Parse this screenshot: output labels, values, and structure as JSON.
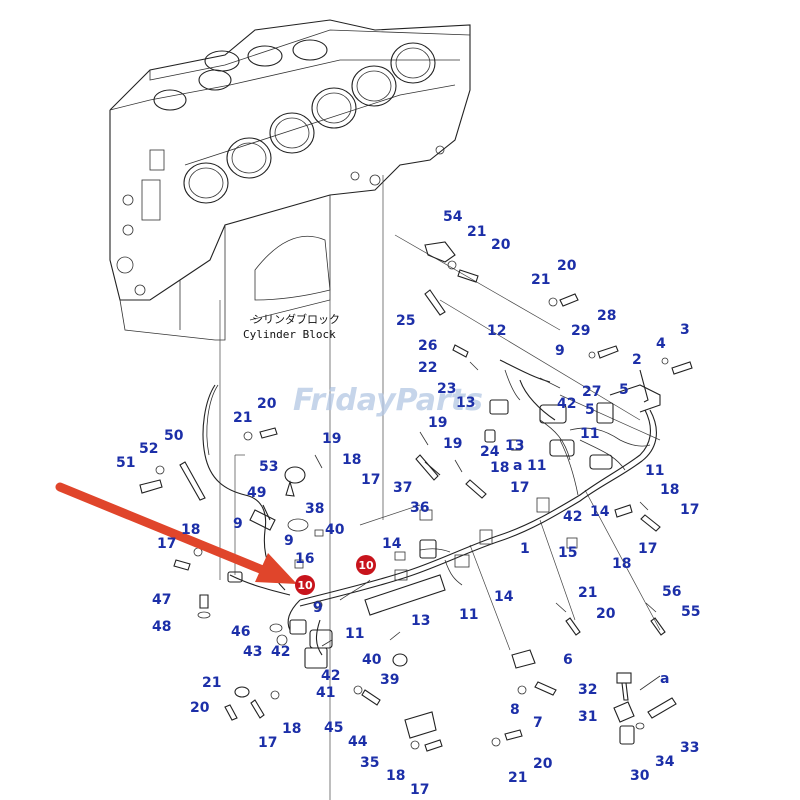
{
  "watermark": "FridayParts",
  "block_label_jp": "シリンダブロック",
  "block_label_en": "Cylinder Block",
  "colors": {
    "callout": "#1c2fa8",
    "marker": "#c8141c",
    "arrow": "#e0452b",
    "watermark": "#b3c7e3"
  },
  "highlight_markers": [
    "10",
    "10"
  ],
  "callouts": [
    "54",
    "21",
    "20",
    "21",
    "20",
    "25",
    "26",
    "22",
    "12",
    "29",
    "28",
    "3",
    "4",
    "2",
    "9",
    "5",
    "23",
    "13",
    "27",
    "42",
    "5",
    "19",
    "24",
    "13",
    "11",
    "19",
    "a",
    "11",
    "11",
    "18",
    "17",
    "21",
    "20",
    "19",
    "18",
    "17",
    "53",
    "37",
    "49",
    "38",
    "40",
    "52",
    "50",
    "51",
    "9",
    "9",
    "18",
    "17",
    "16",
    "14",
    "36",
    "1",
    "42",
    "14",
    "15",
    "18",
    "17",
    "18",
    "17",
    "47",
    "48",
    "46",
    "43",
    "42",
    "9",
    "11",
    "13",
    "11",
    "14",
    "21",
    "20",
    "56",
    "55",
    "40",
    "39",
    "6",
    "8",
    "7",
    "21",
    "20",
    "41",
    "42",
    "18",
    "17",
    "45",
    "44",
    "35",
    "18",
    "17",
    "20",
    "21",
    "32",
    "a",
    "31",
    "33",
    "34",
    "30"
  ]
}
